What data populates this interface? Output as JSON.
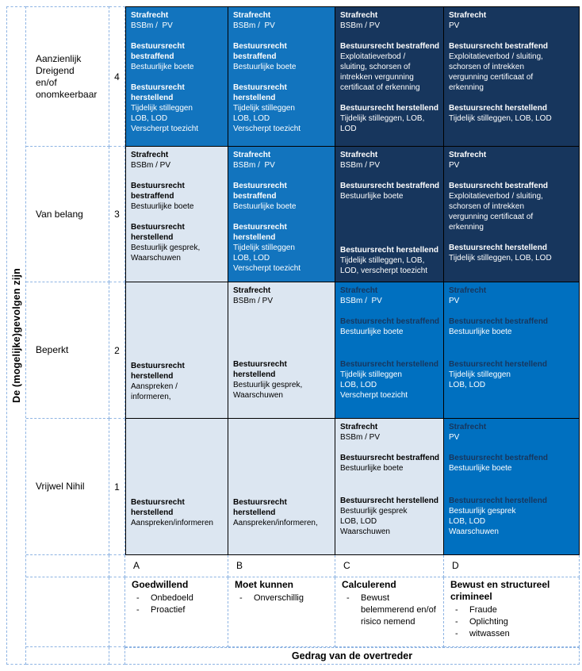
{
  "axes": {
    "y_label": "De (mogelijke)gevolgen zijn",
    "x_label": "Gedrag van de overtreder"
  },
  "colors": {
    "light_cell": "#DCE6F1",
    "medium_blue_cell": "#1274BE",
    "bright_blue_cell": "#0070C0",
    "dark_navy_cell": "#17365D",
    "dashed_grid": "#8EB4E3",
    "matrix_border": "#000000"
  },
  "severity_rows": [
    {
      "num": "4",
      "label": "Aanzienlijk\nDreigend\nen/of\nonomkeerbaar",
      "cells": [
        {
          "style": "medium",
          "groups": [
            {
              "gap": 0,
              "head": "Strafrecht",
              "body": "BSBm /  PV"
            },
            {
              "gap": 13,
              "head": "Bestuursrecht\nbestraffend",
              "body": "Bestuurlijke boete"
            },
            {
              "gap": 13,
              "head": "Bestuursrecht\nherstellend",
              "body": "Tijdelijk stilleggen\nLOB, LOD\nVerscherpt toezicht"
            }
          ]
        },
        {
          "style": "medium",
          "groups": [
            {
              "gap": 0,
              "head": "Strafrecht",
              "body": "BSBm /  PV"
            },
            {
              "gap": 13,
              "head": "Bestuursrecht\nbestraffend",
              "body": "Bestuurlijke boete"
            },
            {
              "gap": 13,
              "head": "Bestuursrecht\nherstellend",
              "body": "Tijdelijk stilleggen\nLOB, LOD\nVerscherpt toezicht"
            }
          ]
        },
        {
          "style": "dark",
          "groups": [
            {
              "gap": 0,
              "head": "Strafrecht",
              "body": "BSBm / PV"
            },
            {
              "gap": 13,
              "head": "Bestuursrecht bestraffend",
              "body": "Exploitatieverbod /\nsluiting, schorsen of\nintrekken vergunning\ncertificaat of erkenning"
            },
            {
              "gap": 13,
              "head": "Bestuursrecht herstellend",
              "body": "Tijdelijk stilleggen, LOB,\nLOD"
            }
          ]
        },
        {
          "style": "dark",
          "groups": [
            {
              "gap": 0,
              "head": "Strafrecht",
              "body": "PV"
            },
            {
              "gap": 13,
              "head": "Bestuursrecht bestraffend",
              "body": "Exploitatieverbod / sluiting,\nschorsen of intrekken\nvergunning certificaat of\nerkenning"
            },
            {
              "gap": 13,
              "head": "Bestuursrecht herstellend",
              "body": "Tijdelijk stilleggen, LOB, LOD"
            }
          ]
        }
      ]
    },
    {
      "num": "3",
      "label": "Van belang",
      "cells": [
        {
          "style": "light",
          "groups": [
            {
              "gap": 0,
              "head": "Strafrecht",
              "body": "BSBm / PV"
            },
            {
              "gap": 13,
              "head": "Bestuursrecht\nbestraffend",
              "body": "Bestuurlijke boete"
            },
            {
              "gap": 13,
              "head": "Bestuursrecht\nherstellend",
              "body": "Bestuurlijk gesprek,\nWaarschuwen"
            }
          ]
        },
        {
          "style": "medium",
          "groups": [
            {
              "gap": 0,
              "head": "Strafrecht",
              "body": "BSBm /  PV"
            },
            {
              "gap": 13,
              "head": "Bestuursrecht\nbestraffend",
              "body": "Bestuurlijke boete"
            },
            {
              "gap": 13,
              "head": "Bestuursrecht\nherstellend",
              "body": "Tijdelijk stilleggen\nLOB, LOD\nVerscherpt toezicht"
            }
          ]
        },
        {
          "style": "dark",
          "groups": [
            {
              "gap": 0,
              "head": "Strafrecht",
              "body": "BSBm / PV"
            },
            {
              "gap": 13,
              "head": "Bestuursrecht bestraffend",
              "body": "Bestuurlijke boete"
            },
            {
              "gap": 55,
              "head": "Bestuursrecht herstellend",
              "body": "Tijdelijk stilleggen, LOB,\nLOD, verscherpt toezicht"
            }
          ]
        },
        {
          "style": "dark",
          "groups": [
            {
              "gap": 0,
              "head": "Strafrecht",
              "body": "PV"
            },
            {
              "gap": 13,
              "head": "Bestuursrecht bestraffend",
              "body": "Exploitatieverbod / sluiting,\nschorsen of intrekken\nvergunning certificaat of\nerkenning"
            },
            {
              "gap": 13,
              "head": "Bestuursrecht herstellend",
              "body": "Tijdelijk stilleggen, LOB, LOD"
            }
          ]
        }
      ]
    },
    {
      "num": "2",
      "label": "Beperkt",
      "cells": [
        {
          "style": "light",
          "groups": [
            {
              "gap": 95,
              "head": "Bestuursrecht\nherstellend",
              "body": "Aanspreken /\ninformeren,"
            }
          ]
        },
        {
          "style": "light",
          "groups": [
            {
              "gap": 0,
              "head": "Strafrecht",
              "body": "BSBm / PV"
            },
            {
              "gap": 67,
              "head": "Bestuursrecht\nherstellend",
              "body": "Bestuurlijk gesprek,\nWaarschuwen"
            }
          ]
        },
        {
          "style": "bright",
          "groups": [
            {
              "gap": 0,
              "head": "Strafrecht",
              "body": "BSBm /  PV"
            },
            {
              "gap": 13,
              "head": "Bestuursrecht bestraffend",
              "body": "Bestuurlijke boete"
            },
            {
              "gap": 28,
              "head": "Bestuursrecht herstellend",
              "body": "Tijdelijk stilleggen\nLOB, LOD\nVerscherpt toezicht"
            }
          ]
        },
        {
          "style": "bright",
          "groups": [
            {
              "gap": 0,
              "head": "Strafrecht",
              "body": "PV"
            },
            {
              "gap": 13,
              "head": "Bestuursrecht bestraffend",
              "body": "Bestuurlijke boete"
            },
            {
              "gap": 28,
              "head": "Bestuursrecht herstellend",
              "body": "Tijdelijk stilleggen\nLOB, LOD"
            }
          ]
        }
      ]
    },
    {
      "num": "1",
      "label": "Vrijwel Nihil",
      "cells": [
        {
          "style": "light",
          "groups": [
            {
              "gap": 95,
              "head": "Bestuursrecht\nherstellend",
              "body": "Aanspreken/informeren"
            }
          ]
        },
        {
          "style": "light",
          "groups": [
            {
              "gap": 95,
              "head": "Bestuursrecht\nherstellend",
              "body": "Aanspreken/informeren,"
            }
          ]
        },
        {
          "style": "light",
          "groups": [
            {
              "gap": 0,
              "head": "Strafrecht",
              "body": "BSBm / PV"
            },
            {
              "gap": 13,
              "head": "Bestuursrecht bestraffend",
              "body": "Bestuurlijke boete"
            },
            {
              "gap": 28,
              "head": "Bestuursrecht herstellend",
              "body": "Bestuurlijk gesprek\nLOB, LOD\nWaarschuwen"
            }
          ]
        },
        {
          "style": "bright",
          "groups": [
            {
              "gap": 0,
              "head": "Strafrecht",
              "body": "PV"
            },
            {
              "gap": 13,
              "head": "Bestuursrecht bestraffend",
              "body": "Bestuurlijke boete"
            },
            {
              "gap": 28,
              "head": "Bestuursrecht herstellend",
              "body": "Bestuurlijk gesprek\nLOB, LOD\nWaarschuwen"
            }
          ]
        }
      ]
    }
  ],
  "behavior_columns": [
    {
      "letter": "A",
      "title": "Goedwillend",
      "bullets": [
        "Onbedoeld",
        "Proactief"
      ]
    },
    {
      "letter": "B",
      "title": "Moet kunnen",
      "bullets": [
        "Onverschillig"
      ]
    },
    {
      "letter": "C",
      "title": "Calculerend",
      "bullets": [
        "Bewust belemmerend en/of risico nemend"
      ]
    },
    {
      "letter": "D",
      "title": "Bewust en structureel crimineel",
      "bullets": [
        "Fraude",
        "Oplichting",
        "witwassen"
      ]
    }
  ]
}
